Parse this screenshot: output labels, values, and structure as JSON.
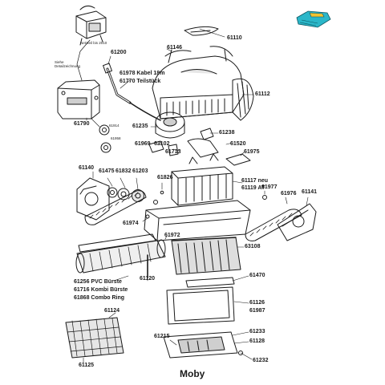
{
  "title": "Moby",
  "power_supply": {
    "model_note": "Netzteil bis 2010",
    "hint_line1": "Siehe",
    "hint_line2": "Detailzeichnung"
  },
  "details": {
    "a": "61914",
    "b": "61958"
  },
  "parts": {
    "p61110": "61110",
    "p61146": "61146",
    "p61200": "61200",
    "cable": "61978 Kabel 18m",
    "swivel": "61770 Teilstück",
    "p61112": "61112",
    "p61790": "61790",
    "p61235": "61235",
    "p61238": "61238",
    "p61969": "61969",
    "p63102": "63102",
    "p61713": "61713",
    "p61520": "61520",
    "p61975": "61975",
    "p61140": "61140",
    "p61475": "61475",
    "p61832": "61832",
    "p61203": "61203",
    "p61826": "61826",
    "p61117": "61117 neu",
    "p61119": "61119 AT",
    "p61977": "61977",
    "p61976": "61976",
    "p61141": "61141",
    "p61974": "61974",
    "p61972": "61972",
    "p63108": "63108",
    "brush_pvc": "61256 PVC Bürste",
    "brush_combi": "61716 Kombi Bürste",
    "brush_combo": "61868 Combo Ring",
    "p61120": "61120",
    "p61470": "61470",
    "p61124": "61124",
    "p61126": "61126",
    "p61987": "61987",
    "p61125": "61125",
    "p61215": "61215",
    "p61233": "61233",
    "p61128": "61128",
    "p61232": "61232"
  },
  "colors": {
    "line": "#1a1a1a",
    "shade": "#8a8a8a",
    "thumb_body": "#2bb7c9",
    "thumb_accent": "#f2c230"
  }
}
